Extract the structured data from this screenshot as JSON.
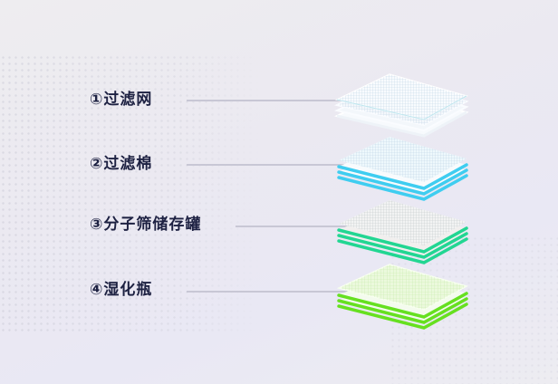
{
  "items": [
    {
      "label": "①过滤网",
      "accent": "#dbe8f3",
      "layer_count": 4,
      "surface": "#f4f8fc"
    },
    {
      "label": "②过滤棉",
      "accent": "#3fcdf0",
      "layer_count": 3,
      "surface": "#ecf7fb"
    },
    {
      "label": "③分子筛储存罐",
      "accent": "#22d692",
      "layer_count": 3,
      "surface": "#f0f2f2"
    },
    {
      "label": "④湿化瓶",
      "accent": "#66e020",
      "layer_count": 3,
      "surface": "#eafadb"
    }
  ],
  "colors": {
    "text": "#1d2142",
    "guide_line": "#c8c7d5",
    "background": "#eceaf2"
  }
}
